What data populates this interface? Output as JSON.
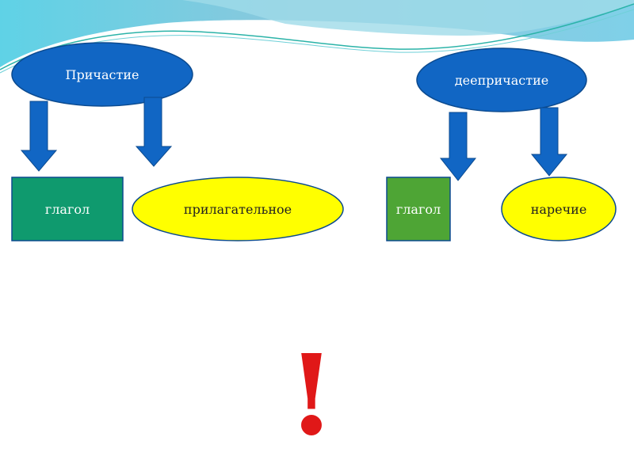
{
  "left": {
    "top_label": "Причастие",
    "box_label": "глагол",
    "oval_label": "прилагательное"
  },
  "right": {
    "top_label": "деепричастие",
    "box_label": "глагол",
    "oval_label": "наречие"
  },
  "mark": "!",
  "colors": {
    "blue": "#1166c4",
    "green_left": "#0f9a6e",
    "green_right": "#4ea535",
    "yellow": "#ffff00",
    "red": "#e01818"
  }
}
